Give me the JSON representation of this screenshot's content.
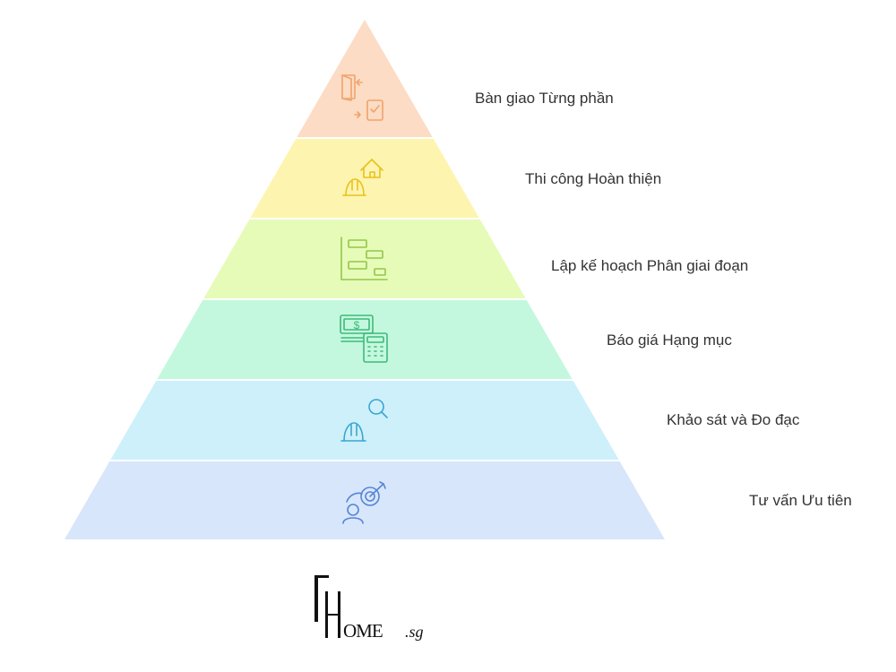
{
  "diagram": {
    "type": "pyramid",
    "levels": [
      {
        "label": "Bàn giao Từng phần",
        "icon": "handover-door-phone-icon",
        "fill": "#fcdcc4",
        "stroke": "#f0a36b"
      },
      {
        "label": "Thi công Hoàn thiện",
        "icon": "hardhat-house-icon",
        "fill": "#fdf4b0",
        "stroke": "#e8c21a"
      },
      {
        "label": "Lập kế hoạch Phân giai đoạn",
        "icon": "gantt-chart-icon",
        "fill": "#e6fbb8",
        "stroke": "#93c64a"
      },
      {
        "label": "Báo giá Hạng mục",
        "icon": "money-calculator-icon",
        "fill": "#c4f8de",
        "stroke": "#3dba7a"
      },
      {
        "label": "Khảo sát và Đo đạc",
        "icon": "hardhat-search-icon",
        "fill": "#cdf0fb",
        "stroke": "#3aa6cf"
      },
      {
        "label": "Tư vấn Ưu tiên",
        "icon": "person-target-icon",
        "fill": "#d8e6fb",
        "stroke": "#5585d6"
      }
    ]
  },
  "logo": {
    "cap_letter": "F",
    "big_letter": "H",
    "word": "OME",
    "suffix": ".sg",
    "color": "#111111"
  }
}
